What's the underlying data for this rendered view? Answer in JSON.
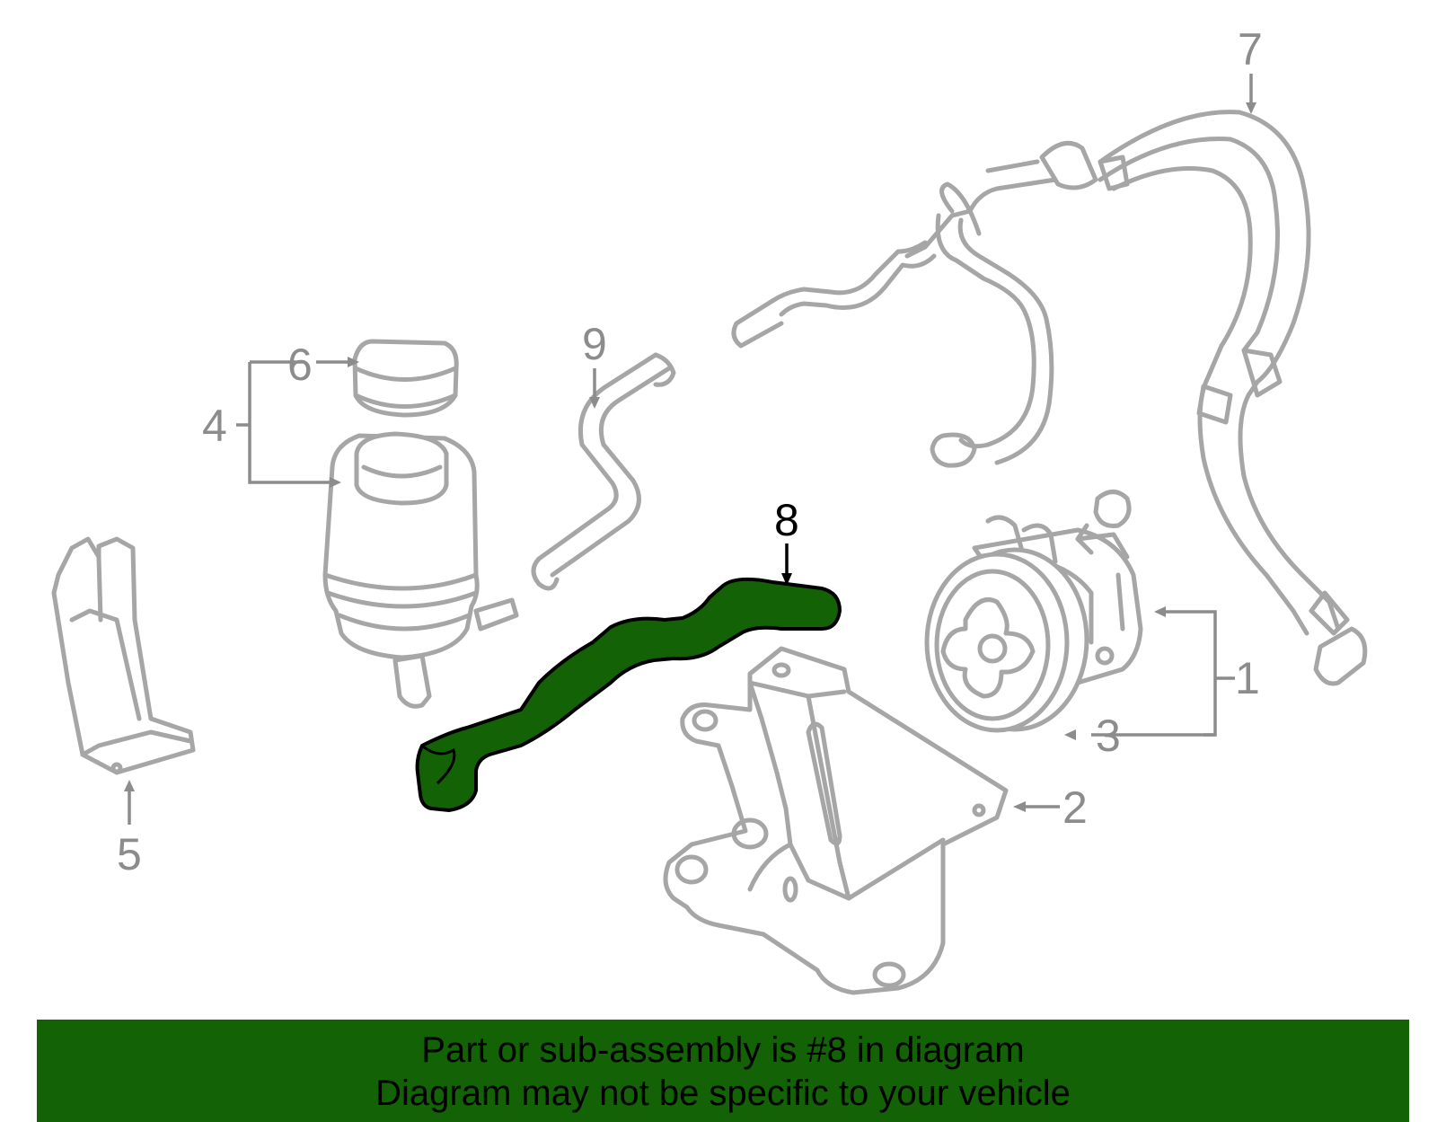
{
  "callouts": [
    "1",
    "2",
    "3",
    "4",
    "5",
    "6",
    "7",
    "8",
    "9"
  ],
  "highlighted": "8",
  "banner": {
    "line1": "Part or sub-assembly is #8 in diagram",
    "line2": "Diagram may not be specific to your vehicle"
  },
  "colors": {
    "highlight_fill": "#136206",
    "part_stroke": "#a6a6a6",
    "callout_gray": "#8c8c8c",
    "highlight_outline": "#000000"
  }
}
